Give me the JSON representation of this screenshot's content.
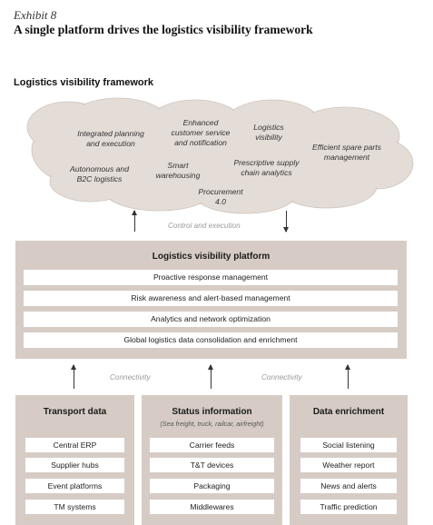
{
  "exhibit_label": "Exhibit 8",
  "headline": "A single platform drives the logistics visibility framework",
  "framework_title": "Logistics visibility framework",
  "cloud_items": [
    "Integrated planning\nand execution",
    "Enhanced\ncustomer service\nand notification",
    "Logistics\nvisibility",
    "Efficient spare parts\nmanagement",
    "Autonomous and\nB2C logistics",
    "Smart\nwarehousing",
    "Prescriptive supply\nchain analytics",
    "Procurement\n4.0"
  ],
  "control_label": "Control and execution",
  "platform": {
    "title": "Logistics visibility platform",
    "rows": [
      "Proactive response management",
      "Risk awareness and alert-based management",
      "Analytics and network optimization",
      "Global logistics data consolidation and enrichment"
    ]
  },
  "connectivity_labels": [
    "Connectivity",
    "Connectivity"
  ],
  "columns": [
    {
      "title": "Transport data",
      "subtitle": "",
      "items": [
        "Central ERP",
        "Supplier hubs",
        "Event platforms",
        "TM systems"
      ]
    },
    {
      "title": "Status information",
      "subtitle": "(Sea freight, truck, railcar, airfreight)",
      "items": [
        "Carrier feeds",
        "T&T devices",
        "Packaging",
        "Middlewares"
      ]
    },
    {
      "title": "Data enrichment",
      "subtitle": "",
      "items": [
        "Social listening",
        "Weather report",
        "News and alerts",
        "Traffic prediction"
      ]
    }
  ],
  "colors": {
    "panel": "#d6ccc5",
    "cloud": "#e4dcd6",
    "box": "#ffffff",
    "muted_text": "#9a9a9a"
  }
}
